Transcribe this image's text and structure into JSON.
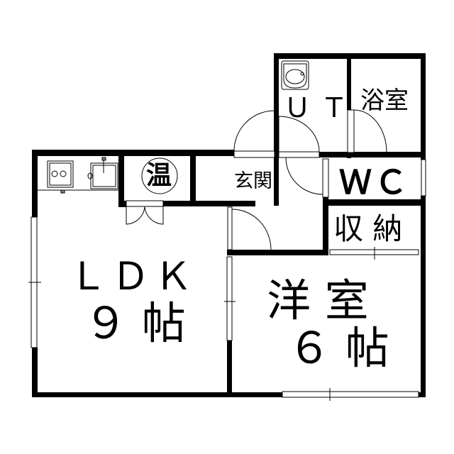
{
  "rooms": {
    "ldk": {
      "name": "ＬＤＫ",
      "size": "９ 帖"
    },
    "western": {
      "name": "洋 室",
      "size": "６ 帖"
    },
    "unit": "ＵＴ",
    "bath": "浴室",
    "wc": "ＷＣ",
    "storage": "収 納",
    "entrance": "玄関",
    "water_heater": "温"
  },
  "colors": {
    "wall": "#000000",
    "background": "#ffffff"
  }
}
